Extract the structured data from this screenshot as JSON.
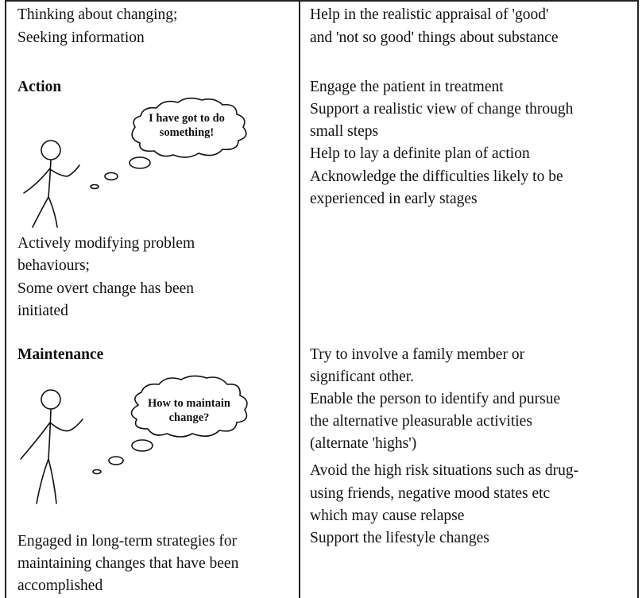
{
  "left": {
    "contemplation_desc": [
      "Thinking about changing;",
      "Seeking information"
    ],
    "action": {
      "heading": "Action",
      "thought": [
        "I have got to do",
        "something!"
      ],
      "desc": [
        "Actively modifying problem",
        "behaviours;",
        "Some overt change has been",
        "initiated"
      ]
    },
    "maintenance": {
      "heading": "Maintenance",
      "thought": [
        "How to maintain",
        "change?"
      ],
      "desc": [
        "Engaged in long-term strategies for",
        "maintaining changes that have been",
        "accomplished"
      ]
    }
  },
  "right": {
    "contemplation": [
      "Help in the realistic appraisal of  'good'",
      "and 'not  so good' things about substance"
    ],
    "action": [
      "Engage the patient in treatment",
      "Support  a realistic view of change through",
      "small steps",
      "Help to lay a definite plan of action",
      "Acknowledge the difficulties likely to be",
      "experienced in early stages"
    ],
    "maintenance": [
      "Try to involve a family member or",
      "significant  other.",
      "Enable the person to identify and pursue",
      "the  alternative pleasurable activities",
      "(alternate 'highs')",
      "Avoid the high risk situations such as  drug-",
      "using friends, negative mood states etc",
      "which may cause relapse",
      "Support the lifestyle changes"
    ]
  }
}
